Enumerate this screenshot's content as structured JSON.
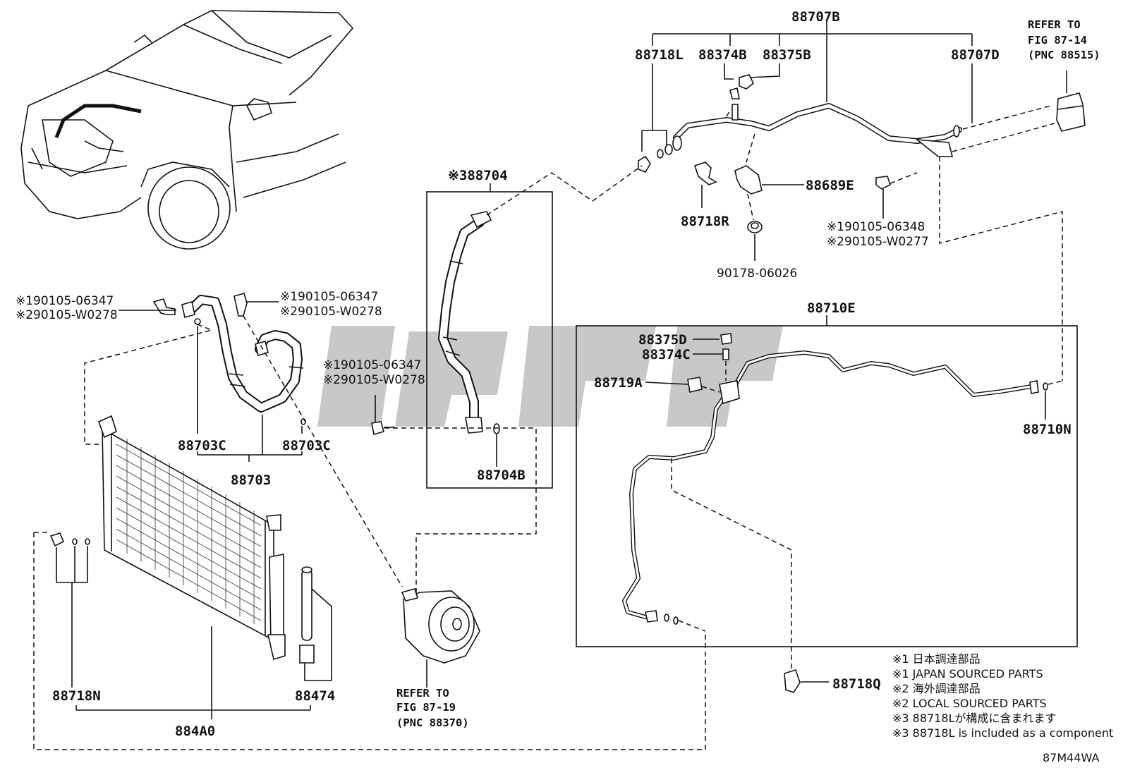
{
  "callouts": {
    "c88707B": "88707B",
    "c88718L": "88718L",
    "c88374B": "88374B",
    "c88375B": "88375B",
    "c88707D": "88707D",
    "c88718R": "88718R",
    "c88689E": "88689E",
    "c90178": "90178-06026",
    "c88704": "※388704",
    "c88704B": "88704B",
    "c88703C_a": "88703C",
    "c88703C_b": "88703C",
    "c88703": "88703",
    "c88710E": "88710E",
    "c88375D": "88375D",
    "c88374C": "88374C",
    "c88719A": "88719A",
    "c88710N": "88710N",
    "c88718Q": "88718Q",
    "c88718N": "88718N",
    "c88474": "88474",
    "c884A0": "884A0"
  },
  "bolt_codes": {
    "top_right_1": "※190105-06348",
    "top_right_2": "※290105-W0277",
    "left_1": "※190105-06347",
    "left_2": "※290105-W0278",
    "mid_1": "※190105-06347",
    "mid_2": "※290105-W0278",
    "center_1": "※190105-06347",
    "center_2": "※290105-W0278"
  },
  "references": {
    "top_right": [
      "REFER TO",
      "FIG 87-14",
      "(PNC 88515)"
    ],
    "compressor": [
      "REFER TO",
      "FIG 87-19",
      "(PNC 88370)"
    ]
  },
  "legend": [
    "※1 日本調達部品",
    "※1 JAPAN SOURCED PARTS",
    "※2 海外調達部品",
    "※2 LOCAL SOURCED PARTS",
    "※3 88718Lが構成に含まれます",
    "※3 88718L is included as a component"
  ],
  "figure_code": "87M44WA"
}
